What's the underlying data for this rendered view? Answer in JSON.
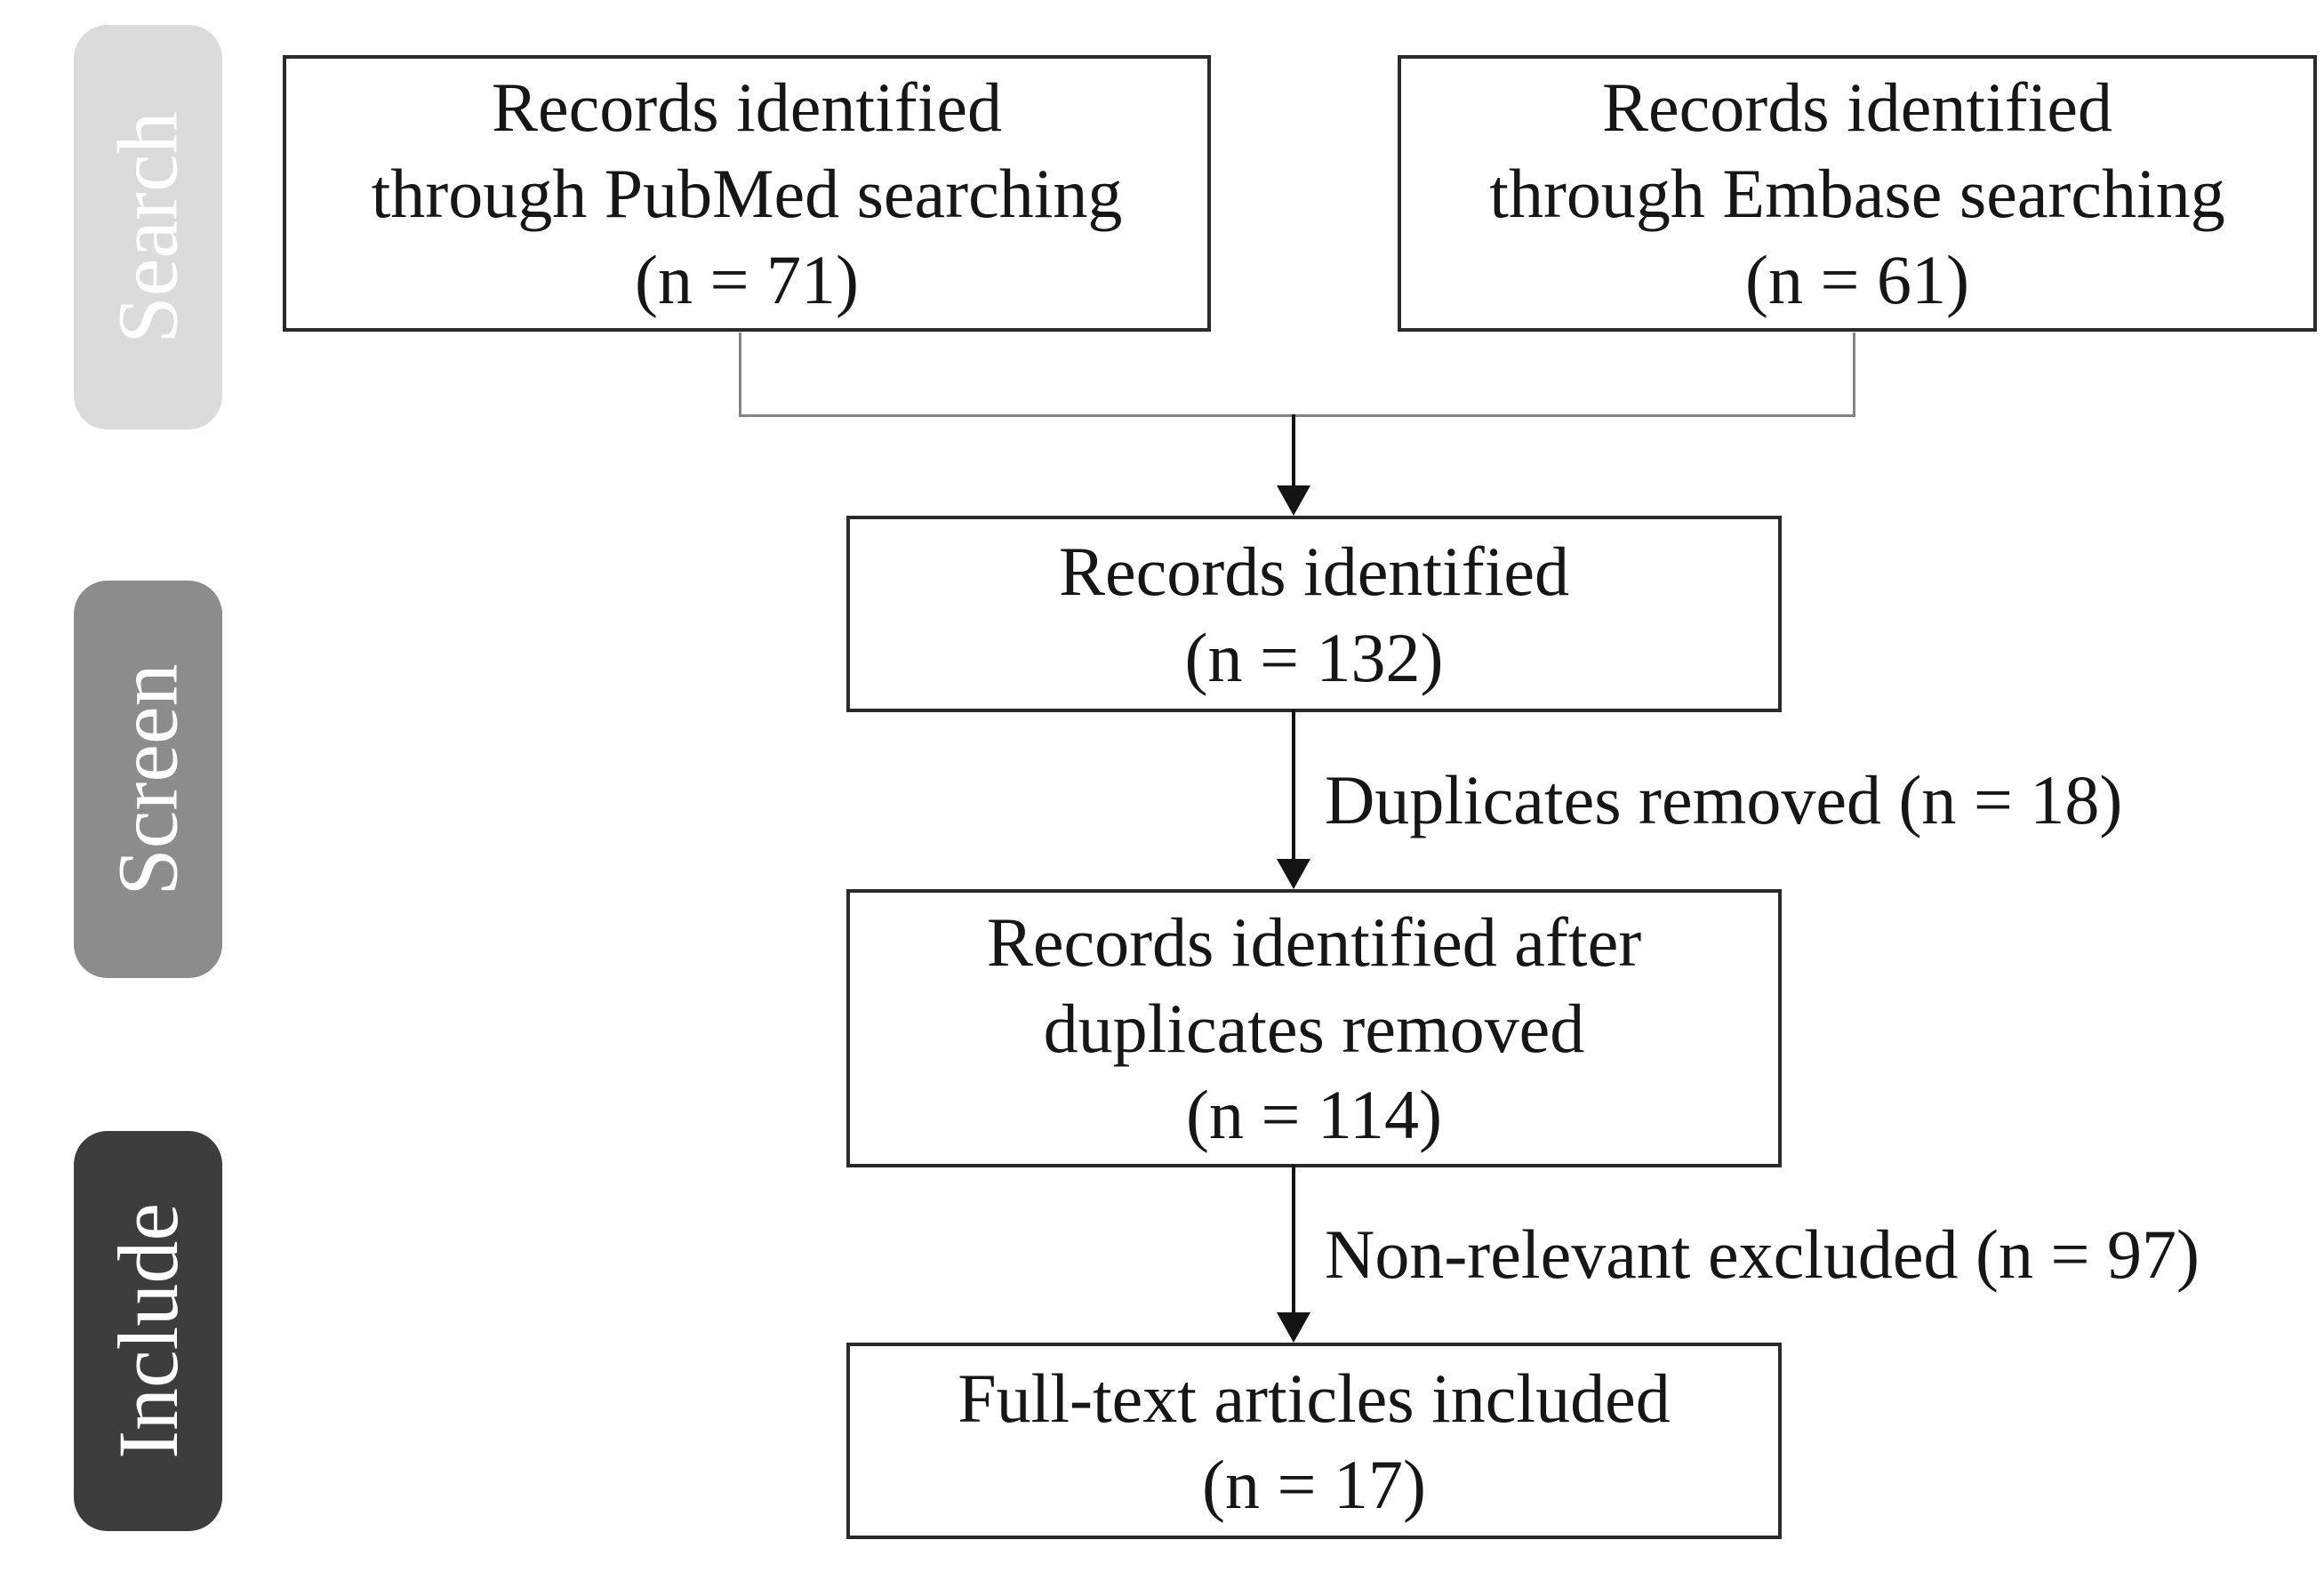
{
  "stages": {
    "search": {
      "label": "Search",
      "color": "#dbdbdb"
    },
    "screen": {
      "label": "Screen",
      "color": "#8c8c8c"
    },
    "include": {
      "label": "Include",
      "color": "#3d3d3d"
    }
  },
  "boxes": {
    "pubmed": {
      "text": "Records identified\nthrough PubMed searching\n(n = 71)"
    },
    "embase": {
      "text": "Records identified\nthrough Embase searching\n(n = 61)"
    },
    "identified": {
      "text": "Records identified\n(n = 132)"
    },
    "deduplicated": {
      "text": "Records identified after\nduplicates removed\n(n = 114)"
    },
    "included": {
      "text": "Full-text articles included\n(n = 17)"
    }
  },
  "edge_labels": {
    "duplicates_removed": "Duplicates removed (n = 18)",
    "non_relevant_excluded": "Non-relevant excluded (n = 97)"
  },
  "colors": {
    "box_border": "#2a2a2a",
    "connector_gray": "#848484",
    "arrow_black": "#141414",
    "stage_text": "#ffffff",
    "background": "#ffffff"
  }
}
